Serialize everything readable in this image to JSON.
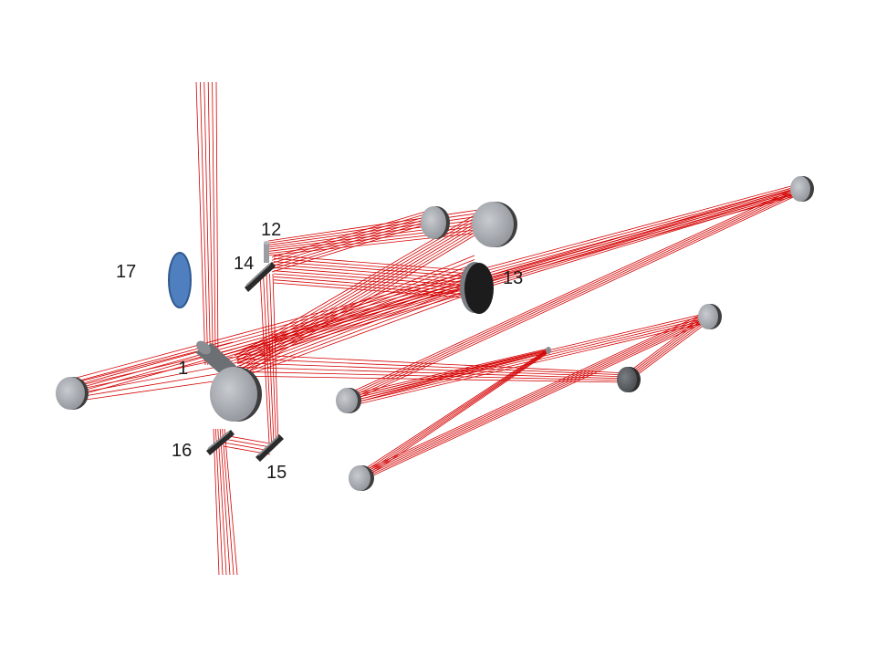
{
  "labels": {
    "l1": "1",
    "l12": "12",
    "l13": "13",
    "l14": "14",
    "l15": "15",
    "l16": "16",
    "l17": "17"
  },
  "colors": {
    "ray": "#d40000",
    "mirror_face": "#a9acb2",
    "mirror_edge": "#4f4f4f",
    "dark_mirror": "#1c1c1c",
    "lens_17": "#4f7fbf",
    "lens_17_edge": "#2f5a8f",
    "label_text": "#1a1a1a",
    "background": "#ffffff"
  }
}
